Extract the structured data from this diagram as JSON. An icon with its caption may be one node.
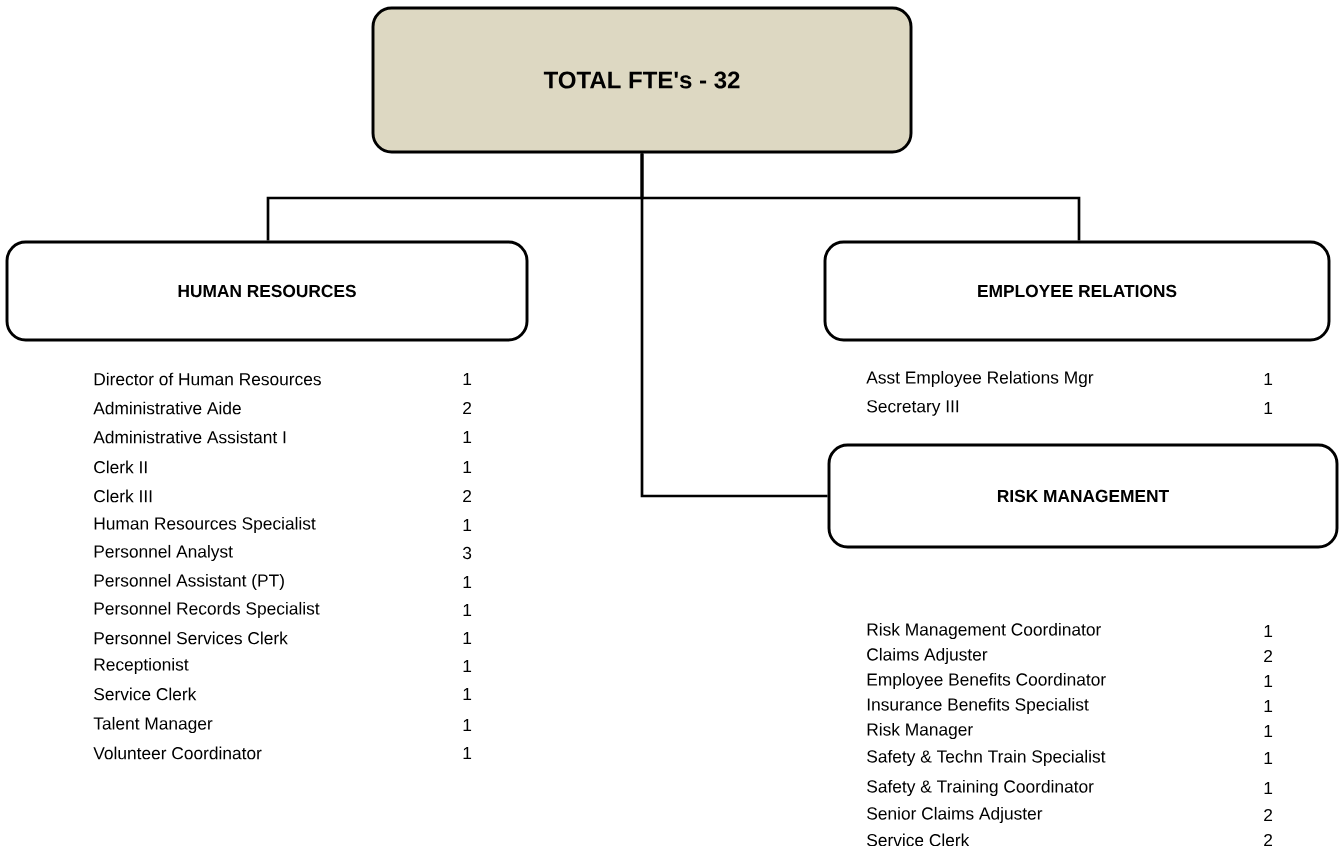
{
  "diagram": {
    "nodes": [
      {
        "text": [
          "TOTAL FTE's - 32"
        ]
      },
      {
        "text": [
          "HUMAN RESOURCES"
        ],
        "beside": [
          "Director of Human Resources",
          "1",
          "Administrative Aide",
          "2",
          "Administrative Assistant I",
          "1",
          "Clerk II",
          "1",
          "Clerk III",
          "2",
          "Human Resources Specialist",
          "1",
          "Personnel Analyst",
          "3",
          "Personnel Assistant (PT)",
          "1",
          "Personnel Records Specialist",
          "1",
          "Personnel Services Clerk",
          "1",
          "Receptionist",
          "1",
          "Service Clerk",
          "1",
          "Talent Manager",
          "1",
          "Volunteer Coordinator",
          "1"
        ]
      },
      {
        "text": [
          "EMPLOYEE  RELATIONS"
        ],
        "beside": [
          "Asst Employee Relations Mgr",
          "1",
          "Secretary III",
          "1"
        ]
      },
      {
        "text": [
          "RISK MANAGEMENT"
        ],
        "beside": [
          "Risk Management Coordinator",
          "1",
          "Claims Adjuster",
          "2",
          "Employee Benefits Coordinator",
          "1",
          "Insurance Benefits Specialist",
          "1",
          "Risk Manager",
          "1",
          "Safety & Techn Train Specialist",
          "1",
          "Safety & Training Coordinator",
          "1",
          "Senior Claims Adjuster",
          "2",
          "Service Clerk",
          "2"
        ]
      }
    ],
    "edges": [
      {
        "from": 0,
        "to": 1,
        "arrow": "none"
      },
      {
        "from": 0,
        "to": 2,
        "arrow": "none"
      },
      {
        "from": 0,
        "to": 3,
        "arrow": "none"
      }
    ]
  }
}
